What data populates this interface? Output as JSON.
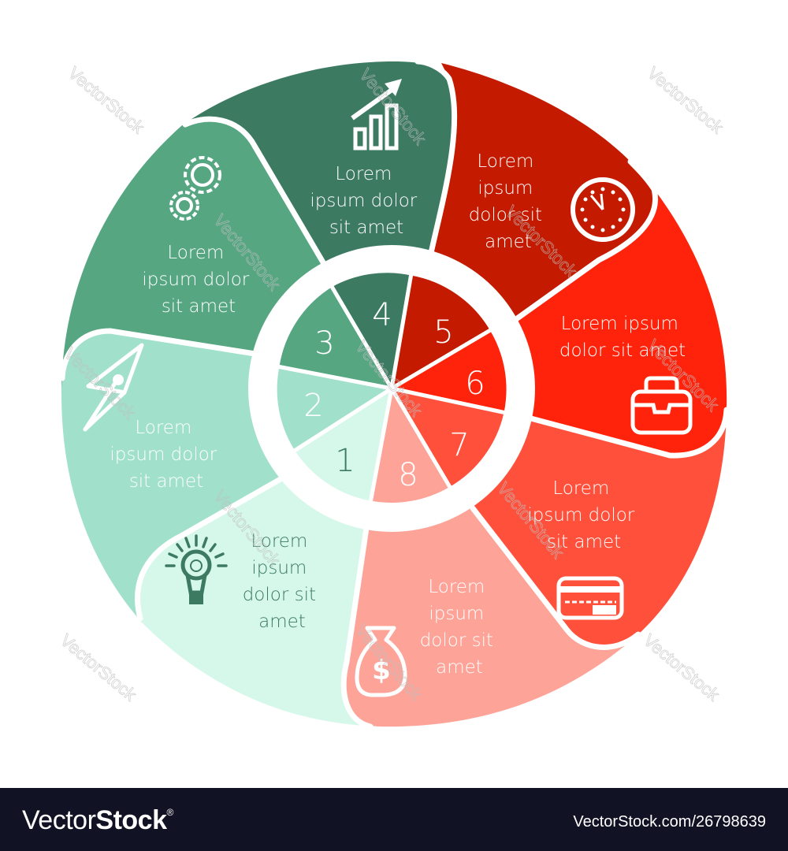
{
  "diagram": {
    "type": "circular-8-step-infographic",
    "center_numbers": [
      "1",
      "2",
      "3",
      "4",
      "5",
      "6",
      "7",
      "8"
    ],
    "segments": [
      {
        "number": "1",
        "color": "#d6f8ea",
        "text_color": "#3d7a62",
        "icon": "lightbulb-brain-icon",
        "lines": [
          "Lorem",
          "ipsum",
          "dolor sit",
          "amet"
        ]
      },
      {
        "number": "2",
        "color": "#a1e1cb",
        "text_color": "#ffffff",
        "icon": "rocket-icon",
        "lines": [
          "Lorem",
          "ipsum dolor",
          "sit amet"
        ]
      },
      {
        "number": "3",
        "color": "#56a682",
        "text_color": "#ffffff",
        "icon": "gears-icon",
        "lines": [
          "Lorem",
          "ipsum dolor",
          "sit amet"
        ]
      },
      {
        "number": "4",
        "color": "#3d7a62",
        "text_color": "#ffffff",
        "icon": "growth-chart-icon",
        "lines": [
          "Lorem",
          "ipsum dolor",
          "sit amet"
        ]
      },
      {
        "number": "5",
        "color": "#c41a00",
        "text_color": "#ffffff",
        "icon": "clock-icon",
        "lines": [
          "Lorem",
          "ipsum",
          "dolor sit",
          "amet"
        ]
      },
      {
        "number": "6",
        "color": "#ff230b",
        "text_color": "#ffffff",
        "icon": "briefcase-icon",
        "lines": [
          "Lorem ipsum",
          "dolor sit amet"
        ]
      },
      {
        "number": "7",
        "color": "#ff503b",
        "text_color": "#ffffff",
        "icon": "credit-card-icon",
        "lines": [
          "Lorem",
          "ipsum dolor",
          "sit amet"
        ]
      },
      {
        "number": "8",
        "color": "#fea397",
        "text_color": "#ffffff",
        "icon": "money-bag-icon",
        "lines": [
          "Lorem",
          "ipsum",
          "dolor sit",
          "amet"
        ]
      }
    ]
  },
  "watermark": "VectorStock",
  "footer": {
    "brand_light": "Vector",
    "brand_bold": "Stock",
    "brand_mark": "®",
    "url": "VectorStock.com/26798639"
  }
}
